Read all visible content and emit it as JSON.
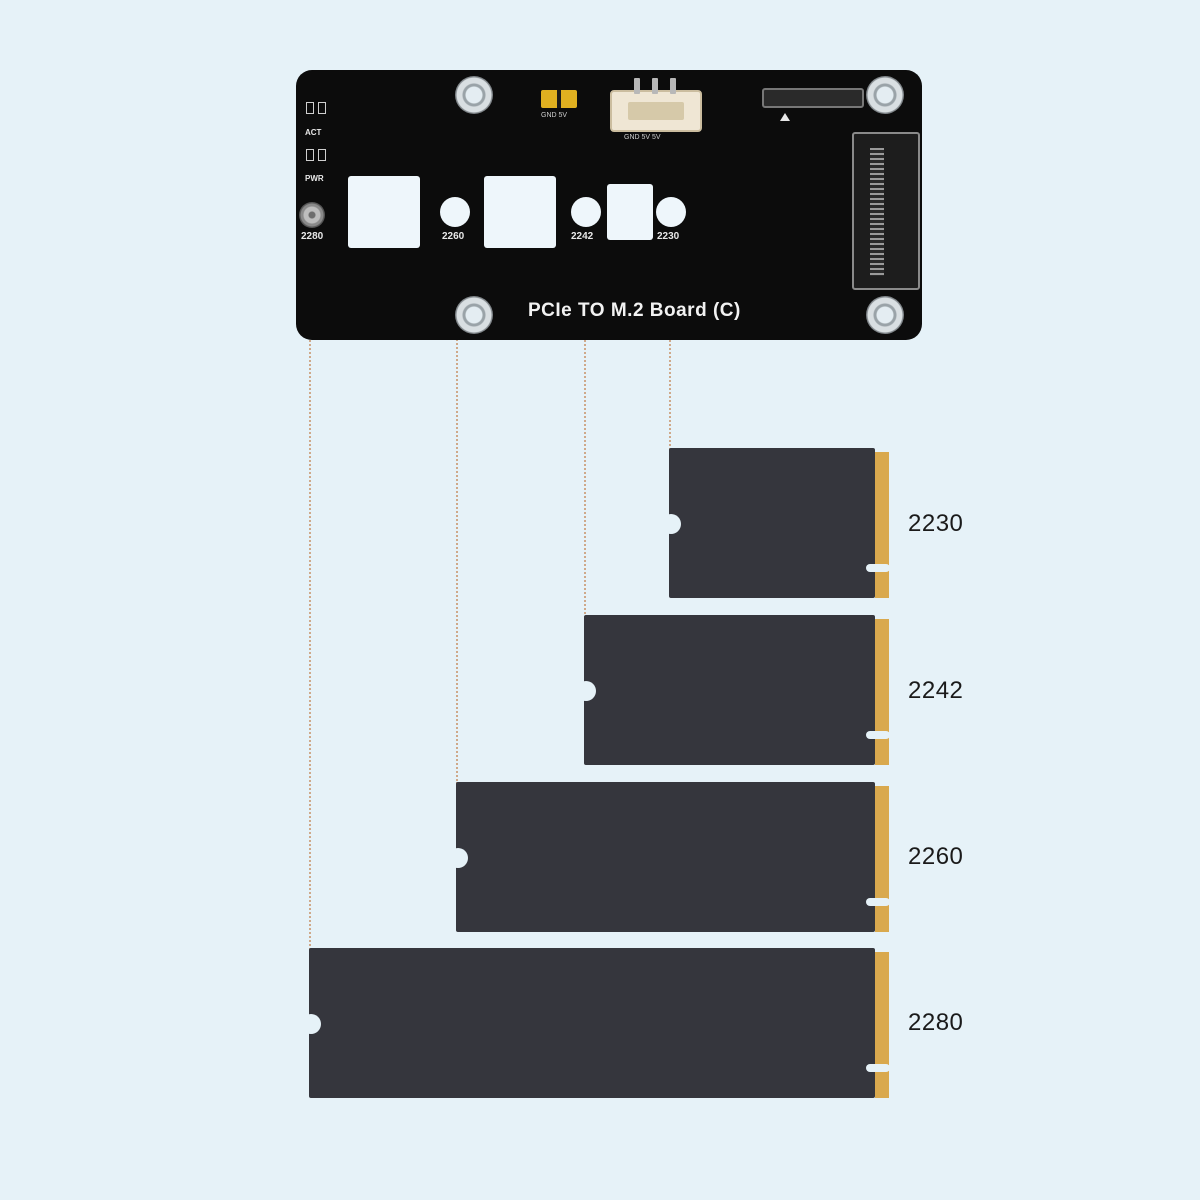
{
  "board": {
    "title": "PCIe TO M.2 Board (C)",
    "silkscreen": {
      "act": "ACT",
      "pwr": "PWR",
      "jumper_label": "GND 5V",
      "fan_label": "GND 5V 5V",
      "mount_2280": "2280",
      "mount_2260": "2260",
      "mount_2242": "2242",
      "mount_2230": "2230"
    }
  },
  "ssd_sizes": [
    {
      "label": "2230"
    },
    {
      "label": "2242"
    },
    {
      "label": "2260"
    },
    {
      "label": "2280"
    }
  ],
  "colors": {
    "background": "#e6f2f8",
    "board": "#0c0c0c",
    "ssd_body": "#35363d",
    "gold_contacts": "#d9a94e",
    "guide_line": "#cfa98a"
  }
}
